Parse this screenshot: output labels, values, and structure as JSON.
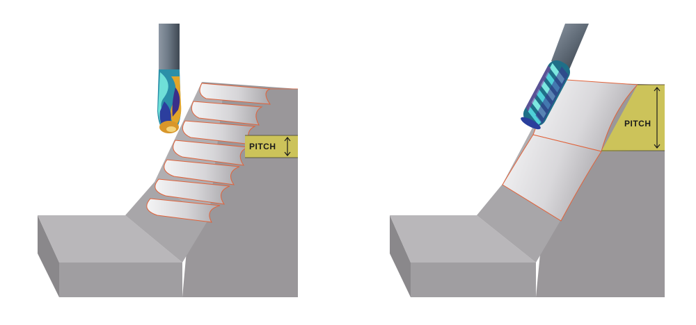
{
  "diagram": {
    "panels": [
      {
        "id": "ball-end-mill-stepover",
        "pitch_label": "PITCH"
      },
      {
        "id": "barrel-cutter-stepover",
        "pitch_label": "PITCH"
      }
    ],
    "colors": {
      "block_side": "#9d9a9c",
      "block_top": "#b9b7b9",
      "block_front": "#a5a3a5",
      "pitch_band": "#ccc35a",
      "cut_edge": "#e0623a",
      "tool_shank": "#5e6b78"
    }
  }
}
